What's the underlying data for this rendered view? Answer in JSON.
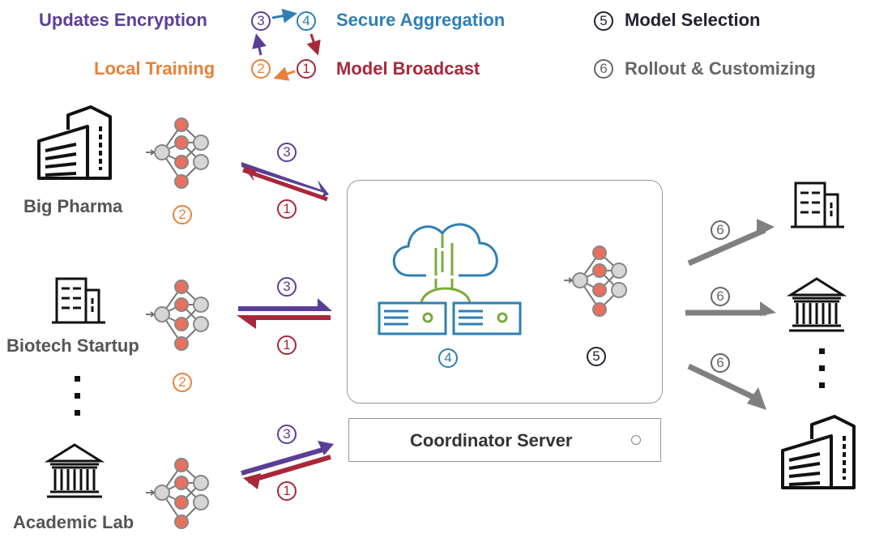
{
  "legend": {
    "step1": {
      "num": "1",
      "label": "Model Broadcast",
      "color": "#a8283a"
    },
    "step2": {
      "num": "2",
      "label": "Local Training",
      "color": "#e8803a"
    },
    "step3": {
      "num": "3",
      "label": "Updates Encryption",
      "color": "#5b3f96"
    },
    "step4": {
      "num": "4",
      "label": "Secure Aggregation",
      "color": "#2f7fb5"
    },
    "step5": {
      "num": "5",
      "label": "Model Selection",
      "color": "#222233"
    },
    "step6": {
      "num": "6",
      "label": "Rollout & Customizing",
      "color": "#666666"
    }
  },
  "participants": [
    {
      "name": "Big Pharma",
      "icon": "big-pharma-building-icon"
    },
    {
      "name": "Biotech Startup",
      "icon": "startup-building-icon"
    },
    {
      "name": "Academic Lab",
      "icon": "academic-institution-icon"
    }
  ],
  "server": {
    "label": "Coordinator Server"
  },
  "colors": {
    "node_active": "#e8705e",
    "node_inactive": "#d6d6d6",
    "edge": "#777777",
    "cloud": "#2f7fb5",
    "green": "#7aab3c",
    "rollout_arrow": "#808080"
  }
}
